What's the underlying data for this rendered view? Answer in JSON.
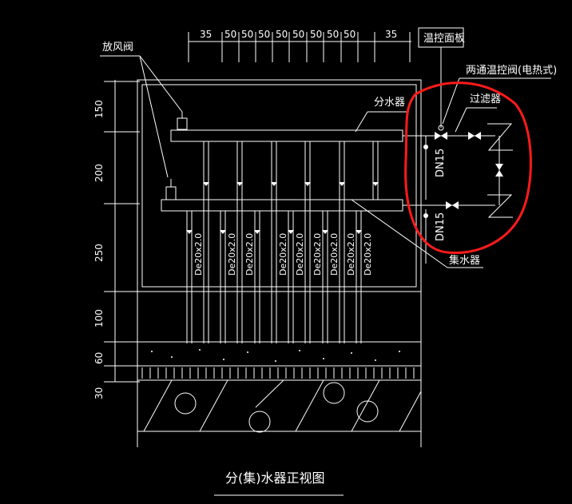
{
  "labels": {
    "vent_valve": "放风阀",
    "thermostat_panel": "温控面板",
    "two_way_valve": "两通温控阀(电热式)",
    "filter": "过滤器",
    "supply_manifold": "分水器",
    "return_manifold": "集水器",
    "dn_upper": "DN15",
    "dn_lower": "DN15",
    "pipe_spec": "De20x2.0",
    "title": "分(集)水器正视图"
  },
  "top_dims": [
    "35",
    "50",
    "50",
    "50",
    "50",
    "50",
    "50",
    "50",
    "50",
    "35"
  ],
  "left_dims": [
    "150",
    "200",
    "250",
    "100",
    "60",
    "30"
  ],
  "colors": {
    "line": "#ffffff",
    "highlight": "#ff1a1a",
    "background": "#000000"
  }
}
